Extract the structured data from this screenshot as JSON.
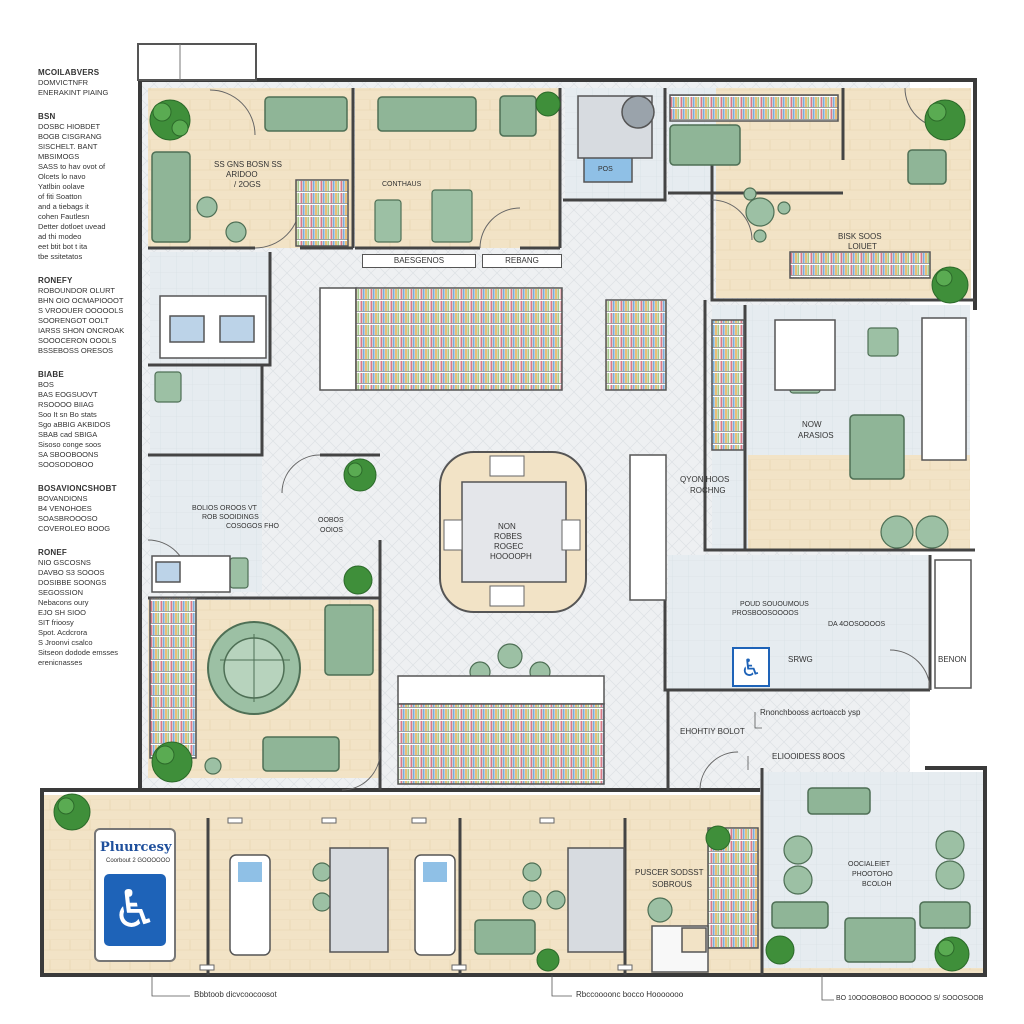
{
  "notes": [
    {
      "heading": "MCOILABVERS",
      "lines": [
        "DOMVICTNFR",
        "ENERAKINT PIAING"
      ]
    },
    {
      "heading": "BSN",
      "lines": [
        "DOSBC HIOBDET",
        "BOGB CISGRANG",
        "SISCHELT. BANT",
        "MBSIMOGS",
        "SASS to hav ovot of",
        "Olcets lo navo",
        "Yatlbin oolave",
        "of fiti Soatton",
        "and a tiebags it",
        "cohen Fautlesn",
        "Detter dotloet uvead",
        "ad thi modeo",
        "eet btit bot t ita",
        "tbe ssitetatos"
      ]
    },
    {
      "heading": "RONEFY",
      "lines": [
        "ROBOUNDOR OLURT",
        "BHN OIO OCMAPIOOOT",
        "S VROOUER OOOOOLS",
        "SOORENGOT OOLT",
        "IARSS SHON ONCROAK",
        "SOOOCERON OOOLS",
        "BSSEBOSS ORESOS"
      ]
    },
    {
      "heading": "BIABE",
      "lines": [
        "BOS",
        "BAS EOGSUOVT",
        "RSOOOO BIIAG",
        "Soo It sn Bo stats",
        "Sgo aBBIG AKBIDOS",
        "SBAB cad SBIGA",
        "Sisoso conge soos",
        "SA SBOOBOONS",
        "SOOSODOBOO"
      ]
    },
    {
      "heading": "BOSAVIONCSHOBT",
      "lines": [
        "BOVANDIONS",
        "B4 VENOHOES",
        "SOASBROOOSO",
        "COVEROLEO BOOG"
      ]
    },
    {
      "heading": "RONEF",
      "lines": [
        "NIO GSCOSNS",
        "DAVBO S3 SOOOS",
        "DOSIBBE SOONGS",
        "SEGOSSION",
        "Nebacons oury",
        "EJO SH SIOO",
        "SIT frioosy",
        "Spot. Acdcrora",
        "S Jroonvi csalco",
        "Sitseon dodode emsses",
        "erenicnasses"
      ]
    }
  ],
  "rooms": {
    "lounge_nw": "SS GNS BOSN SS",
    "lounge_nw_2": "ARIDOO",
    "lounge_nw_3": "/ 2OGS",
    "computers": "CONTHAUS",
    "desk_small": "POS",
    "sign_a": "BAESGENOS",
    "sign_b": "REBANG",
    "reading_ne": "BISK SOOS",
    "reading_ne_2": "LOIUET",
    "study_east": "NOW",
    "study_east_2": "ARASIOS",
    "center_1": "NON",
    "center_2": "ROBES",
    "center_3": "ROGEC",
    "center_4": "HOOOOPH",
    "quiet_room": "QYON HOOS",
    "quiet_room_2": "ROCHNG",
    "west_office": "BOLIOS OROOS VT",
    "west_office_2": "ROB SOOIDINGS",
    "west_office_3": "COSOGOS FHO",
    "west_small": "OOBOS",
    "west_small_2": "OOIOS",
    "service_1": "POUD SOUOUMOUS",
    "service_2": "PROSBOOSOOOOS",
    "service_3": "DA 4OOSOOOOS",
    "srws": "SRWG",
    "benon": "BENON",
    "electric": "EHOHTIY BOLOT",
    "pharmacy_desk": "PUSCER SODSST",
    "pharmacy_desk_2": "SOBROUS",
    "consult": "OOCIALEIET",
    "consult_2": "PHOOTOHO",
    "consult_3": "BCOLOH"
  },
  "pharmacy": {
    "title": "Pluurcesy",
    "subtitle": "Coorbout 2 GOOOOOO",
    "icon": "wheelchair-icon"
  },
  "callouts": {
    "top_right": "Rnonchbooss acrtoaccb ysp",
    "mid_right": "ELIOOIDESS 8OOS",
    "bottom_left": "Bbbtoob dicvcoocoosot",
    "bottom_mid": "Rbccoooonc bocco Hooooooo",
    "bottom_right": "BO 10OOOBOBOO BOOOOO S/ SOOOSOOB"
  },
  "colors": {
    "wall": "#3a3a3a",
    "wood_floor": "#f2e3c6",
    "grey_floor": "#e6eaee",
    "sofa": "#8fb597",
    "sofa_dark": "#5f8a67",
    "plant": "#3f8f3a",
    "shelf_book_a": "#d97a86",
    "shelf_book_b": "#7aaed8",
    "shelf_book_c": "#e8b86a",
    "accessible": "#1e63b8"
  }
}
